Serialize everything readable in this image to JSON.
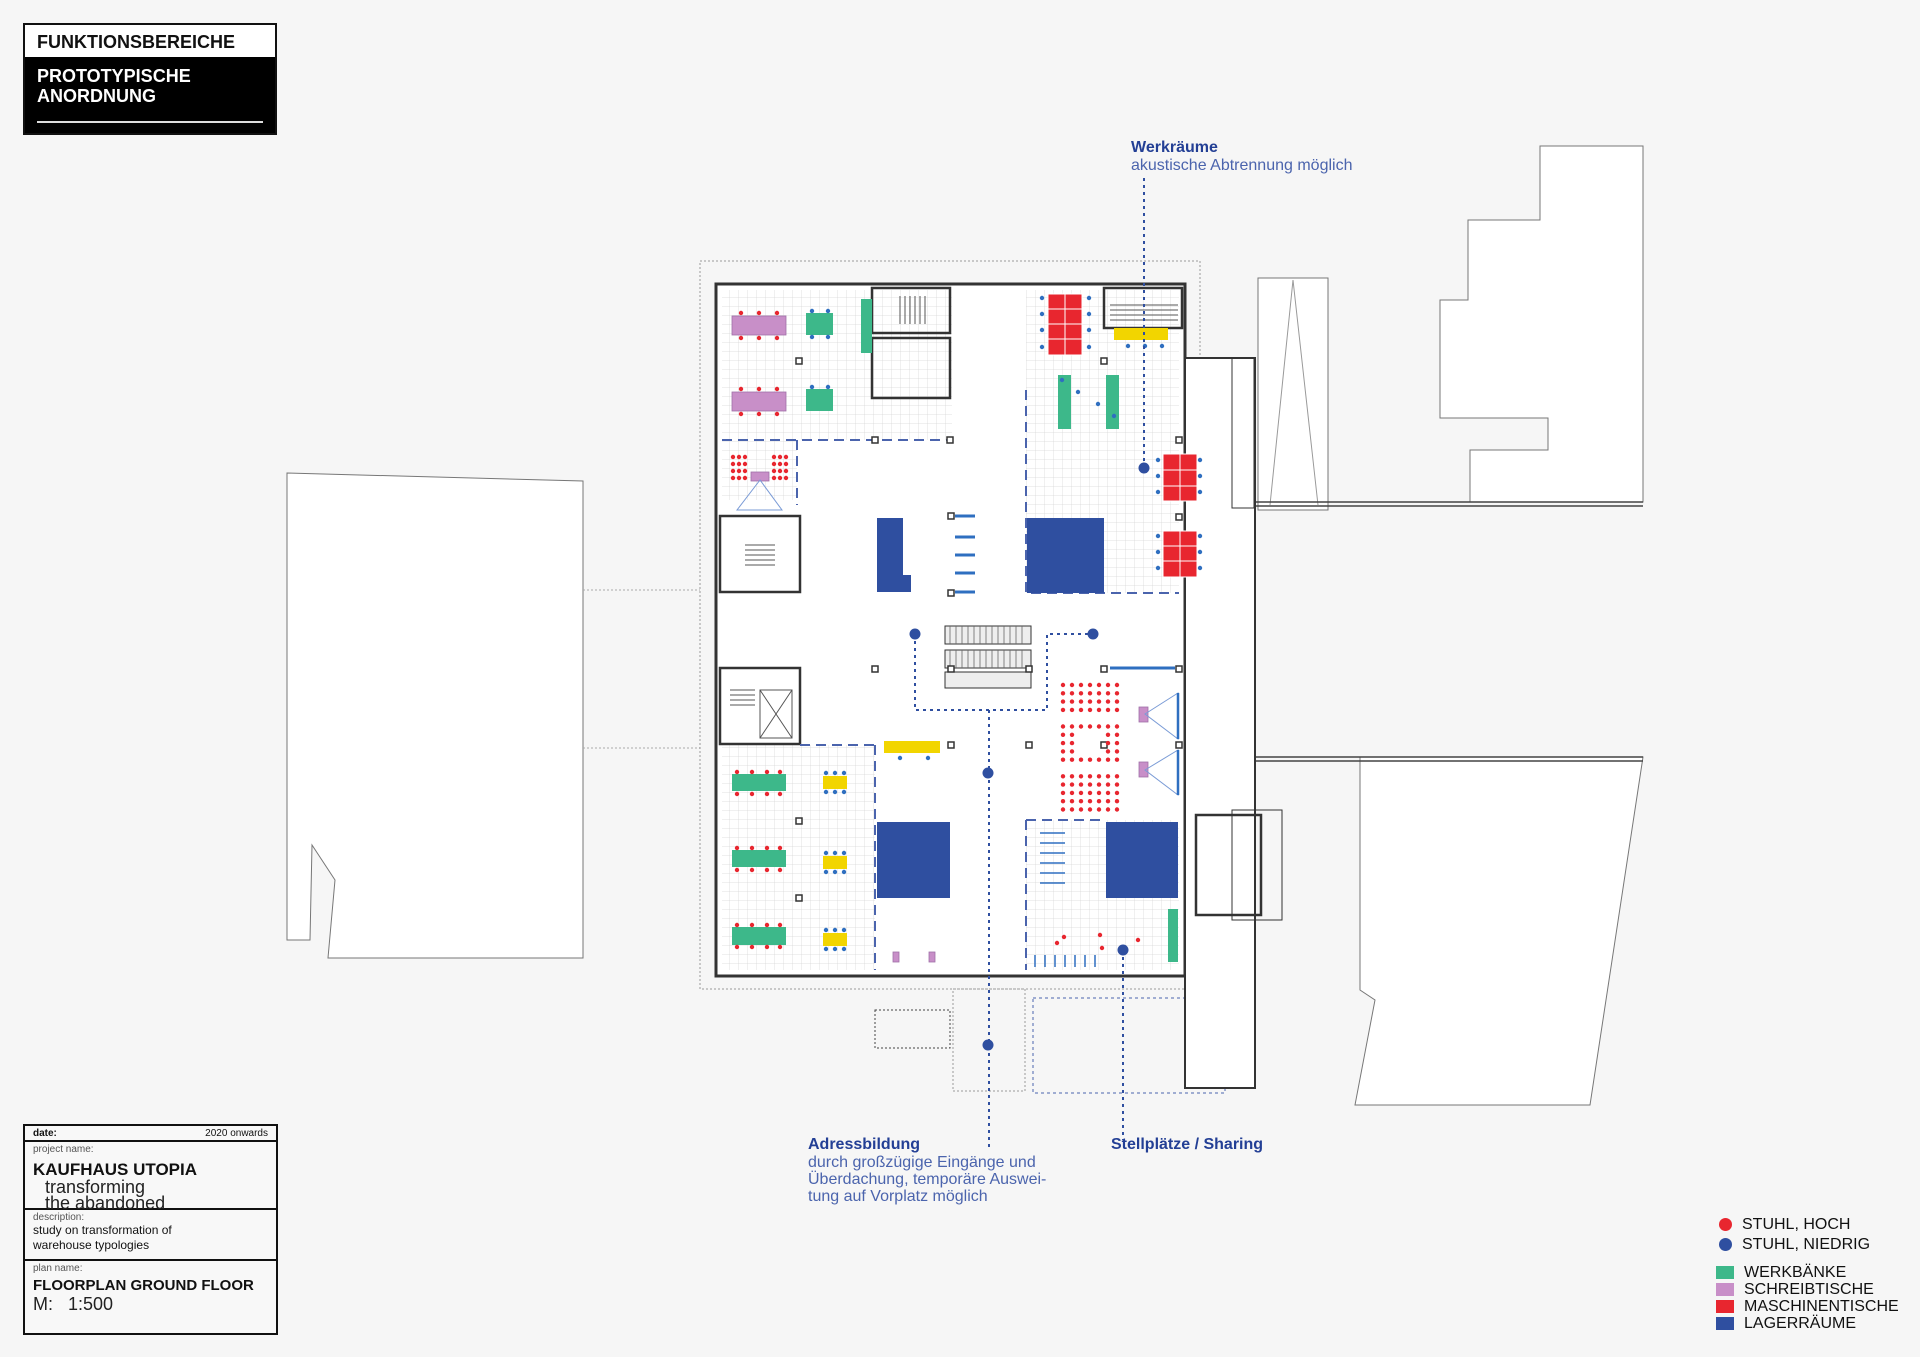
{
  "header": {
    "title": "FUNKTIONSBEREICHE",
    "subtitle_line1": "PROTOTYPISCHE",
    "subtitle_line2": "ANORDNUNG"
  },
  "annotations": {
    "werkraeume": {
      "title": "Werkräume",
      "text": "akustische Abtrennung möglich"
    },
    "adressbildung": {
      "title": "Adressbildung",
      "lines": [
        "durch großzügige Eingänge und",
        "Überdachung, temporäre Auswei-",
        "tung auf Vorplatz möglich"
      ]
    },
    "stellplaetze": {
      "title": "Stellplätze / Sharing"
    }
  },
  "legend": {
    "items": [
      {
        "label": "STUHL, HOCH",
        "color": "#e8262f",
        "shape": "dot"
      },
      {
        "label": "STUHL, NIEDRIG",
        "color": "#2f4fa0",
        "shape": "dot"
      },
      {
        "label": "WERKBÄNKE",
        "color": "#3db88a",
        "shape": "square"
      },
      {
        "label": "SCHREIBTISCHE",
        "color": "#c88fc8",
        "shape": "square"
      },
      {
        "label": "MASCHINENTISCHE",
        "color": "#e8262f",
        "shape": "square"
      },
      {
        "label": "LAGERRÄUME",
        "color": "#2f4fa0",
        "shape": "square"
      }
    ]
  },
  "info": {
    "date_label": "date:",
    "date_value": "2020 onwards",
    "project_label": "project name:",
    "project_name": "KAUFHAUS UTOPIA",
    "project_sub1": "transforming",
    "project_sub2": "the abandoned",
    "description_label": "description:",
    "description1": "study on transformation of",
    "description2": "warehouse typologies",
    "plan_label": "plan name:",
    "plan_name": "FLOORPLAN GROUND FLOOR",
    "scale_label": "M:",
    "scale_value": "1:500"
  },
  "colors": {
    "blue": "#2f4fa0",
    "red": "#e8262f",
    "green": "#3db88a",
    "purple": "#c88fc8",
    "yellow": "#f2d500",
    "wall": "#333333"
  }
}
